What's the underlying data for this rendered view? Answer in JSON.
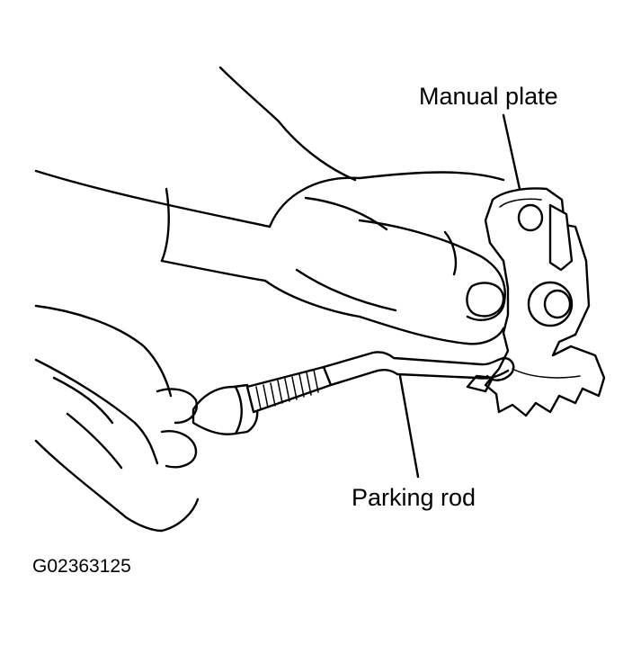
{
  "labels": {
    "manual_plate": "Manual plate",
    "parking_rod": "Parking rod",
    "figure_code": "G02363125"
  },
  "colors": {
    "ink": "#000000",
    "background": "#ffffff"
  }
}
